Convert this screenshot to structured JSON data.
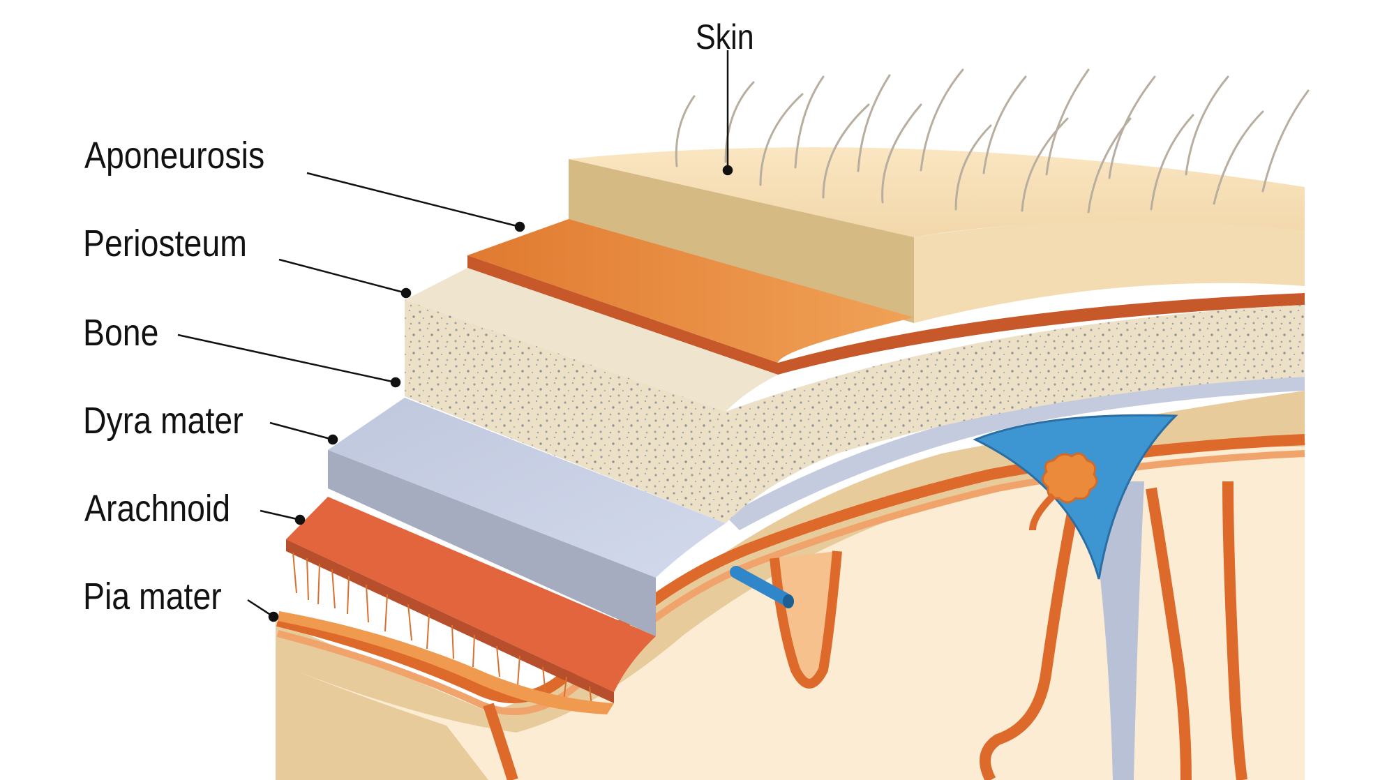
{
  "labels": {
    "skin": "Skin",
    "aponeurosis": "Aponeurosis",
    "periosteum": "Periosteum",
    "bone": "Bone",
    "dura": "Dyra mater",
    "arachnoid": "Arachnoid",
    "pia": "Pia mater"
  },
  "colors": {
    "skin_top": "#f6deb6",
    "skin_front": "#d8bb86",
    "aponeurosis": "#e88f3e",
    "periosteum": "#d06a3a",
    "bone_top": "#efe3cc",
    "bone_front": "#e4d6b8",
    "dura_top": "#c9d1e6",
    "dura_front": "#a6acbf",
    "arachnoid": "#e0643a",
    "pia": "#e07a2e",
    "brain": "#fbe8cc",
    "sinus": "#3a8fce",
    "leader": "#111111"
  }
}
